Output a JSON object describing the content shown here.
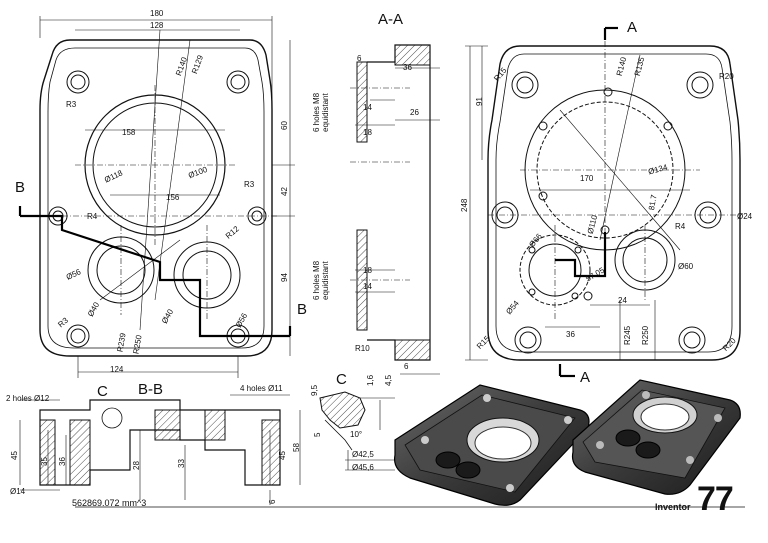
{
  "drawing": {
    "brand": "Inventor",
    "number": "77",
    "volume": "562869.072 mm^3",
    "sections": {
      "aa": "A-A",
      "a_left": "A",
      "a_right": "A",
      "b_left": "B",
      "b_right": "B",
      "bb": "B-B",
      "c_left": "C",
      "c_right": "C"
    },
    "front_view": {
      "d180": "180",
      "d128": "128",
      "r140": "R140",
      "r129": "R129",
      "r3a": "R3",
      "d158": "158",
      "d118": "Ø118",
      "d100": "Ø100",
      "d156": "156",
      "r3b": "R3",
      "r4": "R4",
      "r12": "R12",
      "d56a": "Ø56",
      "d40a": "Ø40",
      "d40b": "Ø40",
      "d56b": "Ø56",
      "r239": "R239",
      "r250": "R250",
      "r3c": "R3",
      "d60": "60",
      "d42": "42",
      "d94": "94",
      "d124": "124"
    },
    "section_aa": {
      "d6": "6",
      "d36": "36",
      "holes_top": "6 holes M8 equidistant",
      "d14a": "14",
      "d26": "26",
      "d18a": "18",
      "holes_bottom": "6 holes M8 equidistant",
      "d18b": "18",
      "d14b": "14",
      "r10": "R10",
      "d6b": "6"
    },
    "back_view": {
      "r15a": "R15",
      "r140": "R140",
      "r135": "R135",
      "r20a": "R20",
      "d91": "91",
      "d134": "Ø134",
      "d170": "170",
      "d110": "Ø110",
      "d81_7": "81.7",
      "d248": "248",
      "d24": "Ø24",
      "r4": "R4",
      "d66": "Ø66",
      "d57_05": "57.05",
      "d60": "Ø60",
      "d54": "Ø54",
      "d24b": "24",
      "d36": "36",
      "r245": "R245",
      "r250": "R250",
      "r15b": "R15",
      "r20b": "R20"
    },
    "section_bb": {
      "holes12": "2 holes Ø12",
      "holes11": "4 holes Ø11",
      "d45a": "45",
      "d35": "35",
      "d36": "36",
      "d28": "28",
      "d33": "33",
      "d45b": "45",
      "d58": "58",
      "d6": "6",
      "d14": "Ø14"
    },
    "detail_c": {
      "d9_5": "9,5",
      "d1_6": "1,6",
      "d4_5": "4,5",
      "d5": "5",
      "d10deg": "10°",
      "d42_5": "Ø42,5",
      "d45_6": "Ø45,6"
    }
  }
}
